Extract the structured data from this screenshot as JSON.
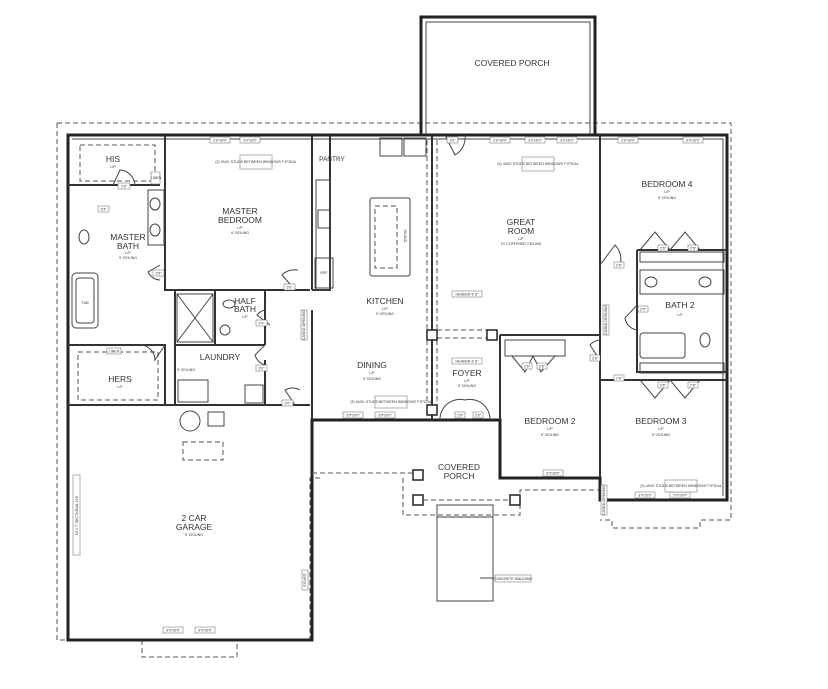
{
  "plan": {
    "rooms": {
      "covered_porch_rear": "COVERED PORCH",
      "covered_porch_front": [
        "COVERED",
        "PORCH"
      ],
      "his": "HIS",
      "hers": "HERS",
      "master_bath": [
        "MASTER",
        "BATH"
      ],
      "master_bedroom": [
        "MASTER",
        "BEDROOM"
      ],
      "half_bath": [
        "HALF",
        "BATH"
      ],
      "laundry": "LAUNDRY",
      "pantry": "PANTRY",
      "kitchen": "KITCHEN",
      "dining": "DINING",
      "great_room": [
        "GREAT",
        "ROOM"
      ],
      "foyer": "FOYER",
      "bedroom_2": "BEDROOM 2",
      "bedroom_3": "BEDROOM 3",
      "bedroom_4": "BEDROOM 4",
      "bath_2": "BATH 2",
      "garage": [
        "2 CAR",
        "GARAGE"
      ]
    },
    "notes": {
      "floor": "L/P",
      "ceiling_9": "9' CEILING",
      "ceiling_great": "10' COFFERED CEILING",
      "island": "ISLAND",
      "ref": "REF",
      "tub": "TUB",
      "linen": "LINEN",
      "header": "HEADER 8' 8\"",
      "window_3050": "3'0\"x5'0\"",
      "door_26": "2'6\"",
      "door_24": "2'4\"",
      "door_30": "3'0\"",
      "garage_door": "16' x 7' SECTIONAL O.H.",
      "walkway": "CONCRETE WALKWAY",
      "jack_studs": "(3) JACK STUDS BETWEEN WINDOWS TYPICAL",
      "cased_opening": "CASED OPENING"
    }
  }
}
